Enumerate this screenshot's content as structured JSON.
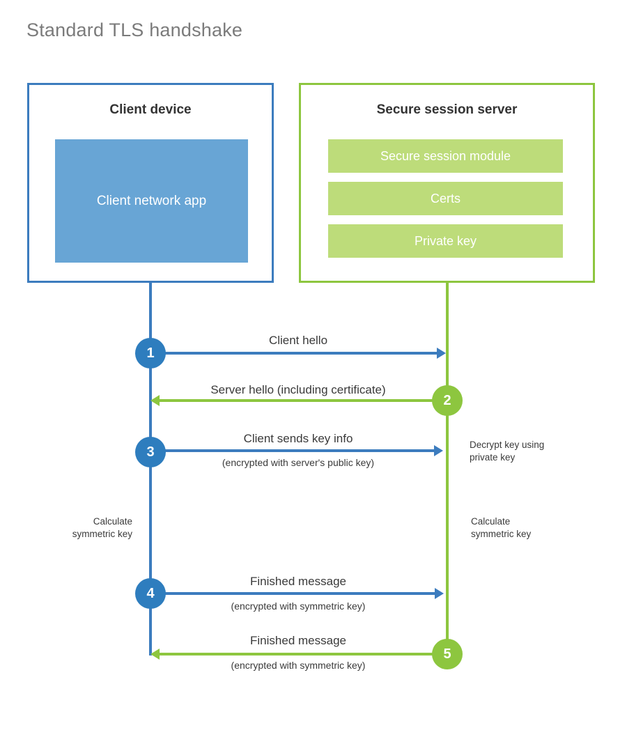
{
  "page": {
    "title": "Standard TLS handshake"
  },
  "colors": {
    "client_blue": "#3c7cbe",
    "client_circle_blue": "#2e7dbe",
    "client_app_blue": "#68a5d5",
    "server_green": "#8dc63f",
    "server_bar_green": "#bddc7a",
    "title_gray": "#7b7b7b",
    "text_gray": "#3a3a3a"
  },
  "client": {
    "title": "Client device",
    "app_label": "Client network app"
  },
  "server": {
    "title": "Secure session server",
    "bars": [
      {
        "label": "Secure session module"
      },
      {
        "label": "Certs"
      },
      {
        "label": "Private key"
      }
    ]
  },
  "steps": [
    {
      "number": "1",
      "side": "client",
      "direction": "client-to-server",
      "primary": "Client hello",
      "secondary": ""
    },
    {
      "number": "2",
      "side": "server",
      "direction": "server-to-client",
      "primary": "Server hello (including certificate)",
      "secondary": ""
    },
    {
      "number": "3",
      "side": "client",
      "direction": "client-to-server",
      "primary": "Client sends key info",
      "secondary": "(encrypted with server's public key)"
    },
    {
      "number": "4",
      "side": "client",
      "direction": "client-to-server",
      "primary": "Finished message",
      "secondary": "(encrypted with symmetric key)"
    },
    {
      "number": "5",
      "side": "server",
      "direction": "server-to-client",
      "primary": "Finished message",
      "secondary": "(encrypted with symmetric key)"
    }
  ],
  "notes": {
    "server_decrypt": "Decrypt key using\nprivate key",
    "client_calculate": "Calculate\nsymmetric key",
    "server_calculate": "Calculate\nsymmetric key"
  }
}
